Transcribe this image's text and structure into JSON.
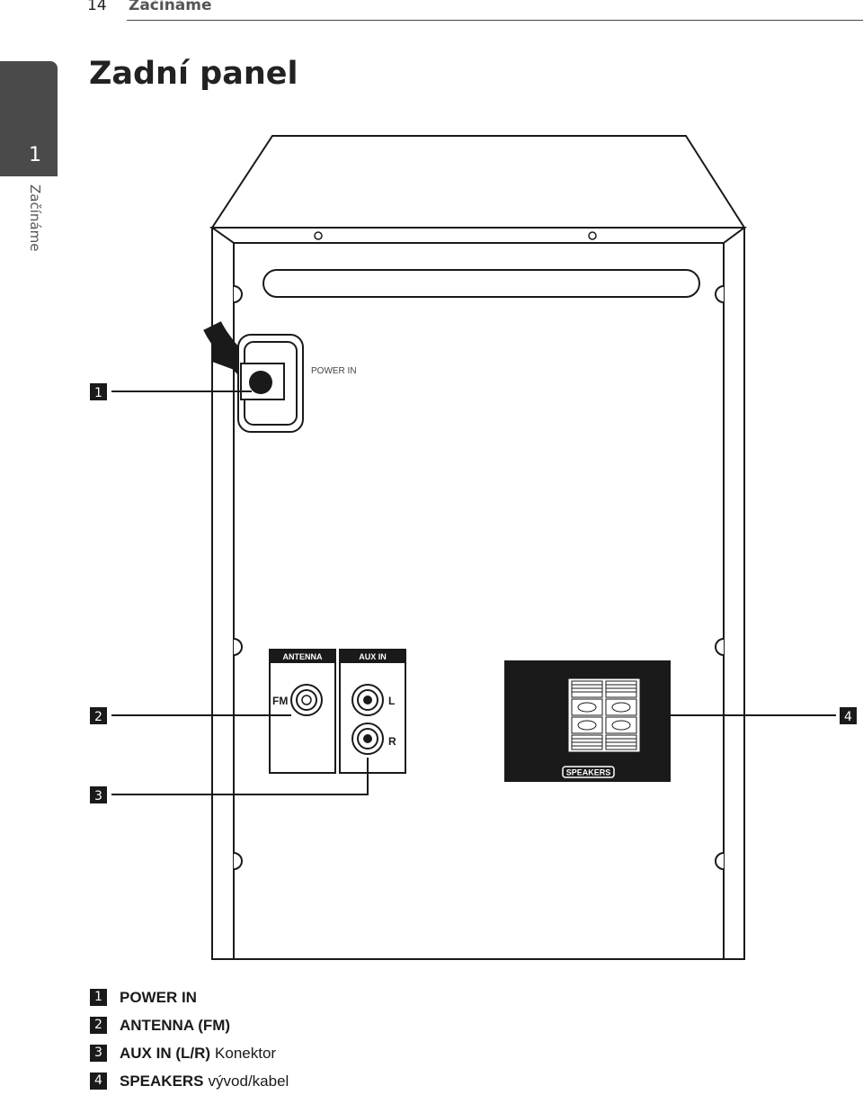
{
  "header": {
    "page_number": "14",
    "running_head": "Začínáme"
  },
  "chapter_tab": {
    "number": "1",
    "label": "Začínáme"
  },
  "title": "Zadní panel",
  "diagram": {
    "power_label": "POWER IN",
    "antenna_label": "ANTENNA",
    "fm_label": "FM",
    "aux_label": "AUX IN",
    "left_label": "L",
    "right_label": "R",
    "speakers_label": "SPEAKERS",
    "callouts": [
      "1",
      "2",
      "3",
      "4"
    ]
  },
  "legend": [
    {
      "num": "1",
      "term": "POWER IN",
      "desc": ""
    },
    {
      "num": "2",
      "term": "ANTENNA (FM)",
      "desc": ""
    },
    {
      "num": "3",
      "term": "AUX IN (L/R)",
      "desc": "Konektor"
    },
    {
      "num": "4",
      "term": "SPEAKERS",
      "desc": "vývod/kabel"
    }
  ]
}
